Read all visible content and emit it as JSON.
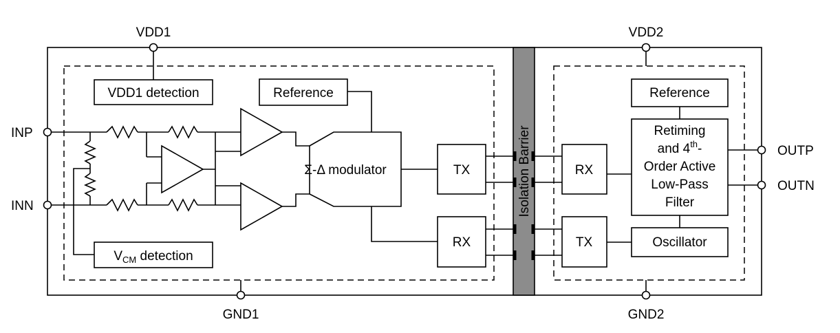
{
  "pins": {
    "vdd1": "VDD1",
    "vdd2": "VDD2",
    "gnd1": "GND1",
    "gnd2": "GND2",
    "inp": "INP",
    "inn": "INN",
    "outp": "OUTP",
    "outn": "OUTN"
  },
  "blocks": {
    "vdd1_detection": "VDD1 detection",
    "vcm_detection": {
      "main": "V",
      "sub": "CM",
      "rest": " detection"
    },
    "reference_left": "Reference",
    "modulator": "Σ-Δ modulator",
    "tx_left": "TX",
    "rx_left": "RX",
    "isolation_barrier": "Isolation Barrier",
    "rx_right": "RX",
    "tx_right": "TX",
    "reference_right": "Reference",
    "filter": {
      "line1": "Retiming",
      "line2_pre": "and 4",
      "line2_sup": "th",
      "line2_post": "-",
      "line3": "Order Active",
      "line4": "Low-Pass",
      "line5": "Filter"
    },
    "oscillator": "Oscillator"
  },
  "colors": {
    "barrier_fill": "#8c8c8c",
    "line": "#000000",
    "background": "#ffffff"
  }
}
